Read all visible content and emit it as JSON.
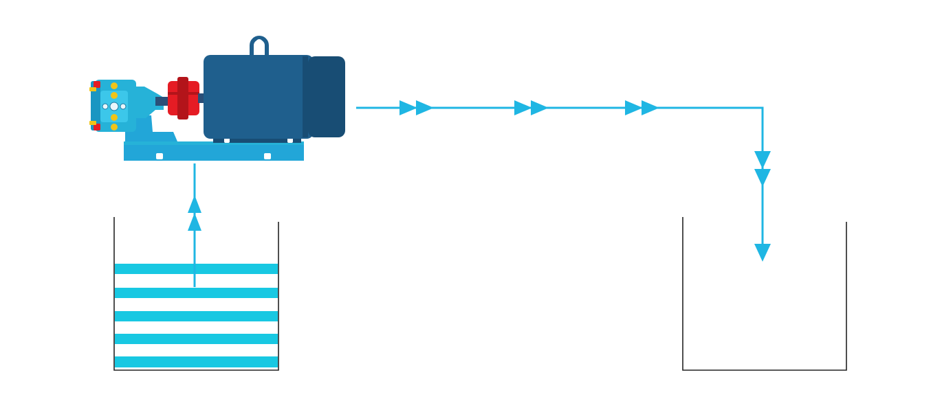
{
  "diagram": {
    "type": "pump transfer flow schematic",
    "components": [
      {
        "id": "source-tank",
        "fill_layers": 5
      },
      {
        "id": "gear-pump"
      },
      {
        "id": "coupling"
      },
      {
        "id": "electric-motor"
      },
      {
        "id": "destination-tank",
        "fill_layers": 0
      }
    ],
    "flow": [
      {
        "from": "source-tank",
        "to": "gear-pump",
        "direction": "up",
        "arrowheads": 2
      },
      {
        "from": "electric-motor",
        "to": "destination-tank",
        "direction": "right-then-down",
        "arrowheads": 9
      }
    ]
  },
  "colors": {
    "pipe": "#1fb6e3",
    "liquid": "#18c8e2",
    "motor_body": "#1f5f8d",
    "motor_dark": "#184d74",
    "pump_body": "#26b2d8",
    "pump_base": "#22a6d8",
    "coupling": "#e51c24",
    "coupling_dark": "#b3141a",
    "bolt": "#f0c419",
    "tank_outline": "#222222",
    "background": "#ffffff"
  }
}
